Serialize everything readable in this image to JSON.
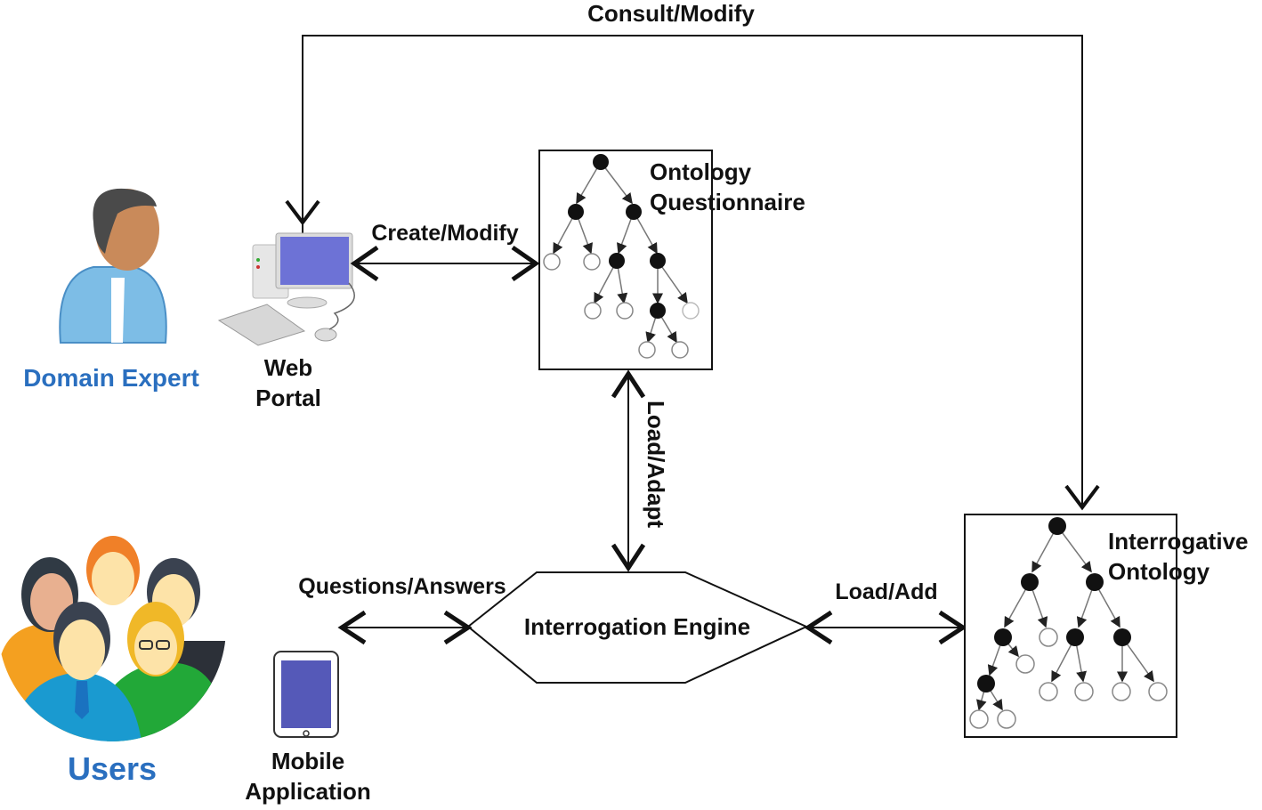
{
  "actors": {
    "domain_expert": {
      "label": "Domain Expert",
      "color": "#2a6fbf"
    },
    "users": {
      "label": "Users",
      "color": "#2a6fbf"
    }
  },
  "devices": {
    "web_portal": {
      "line1": "Web",
      "line2": "Portal"
    },
    "mobile_app": {
      "line1": "Mobile",
      "line2": "Application"
    }
  },
  "boxes": {
    "ontology_questionnaire": {
      "line1": "Ontology",
      "line2": "Questionnaire"
    },
    "interrogative_ontology": {
      "line1": "Interrogative",
      "line2": "Ontology"
    },
    "interrogation_engine": {
      "label": "Interrogation Engine"
    }
  },
  "edges": {
    "consult_modify": "Consult/Modify",
    "create_modify": "Create/Modify",
    "load_adapt": "Load/Adapt",
    "questions_answers": "Questions/Answers",
    "load_add": "Load/Add"
  }
}
